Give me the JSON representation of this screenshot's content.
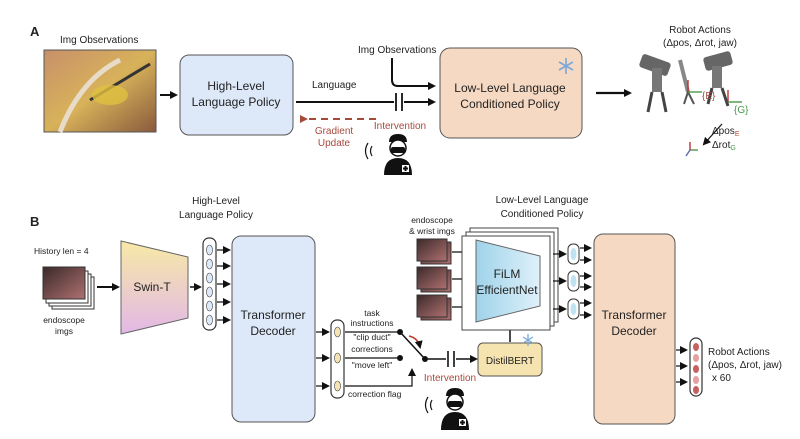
{
  "panelA": {
    "letter": "A",
    "img_obs_left": "Img Observations",
    "high_level_line1": "High-Level",
    "high_level_line2": "Language Policy",
    "language": "Language",
    "img_obs_top": "Img Observations",
    "low_level_line1": "Low-Level Language",
    "low_level_line2": "Conditioned  Policy",
    "gradient_line1": "Gradient",
    "gradient_line2": "Update",
    "intervention": "Intervention",
    "robot_actions_line1": "Robot Actions",
    "robot_actions_line2": "(Δpos, Δrot, jaw)",
    "frame_e": "{E}",
    "frame_g": "{G}",
    "dpos": "Δpos",
    "dpos_sub": "E",
    "drot": "Δrot",
    "drot_sub": "G"
  },
  "panelB": {
    "letter": "B",
    "high_level_line1": "High-Level",
    "high_level_line2": "Language Policy",
    "low_level_line1": "Low-Level Language",
    "low_level_line2": "Conditioned Policy",
    "history": "History len = 4",
    "endoscope_line1": "endoscope",
    "endoscope_line2": "imgs",
    "swin": "Swin-T",
    "transformer_line1": "Transformer",
    "transformer_line2": "Decoder",
    "task_line1": "task",
    "task_line2": "instructions",
    "task_example": "\"clip duct\"",
    "corrections": "corrections",
    "corrections_example": "\"move left\"",
    "correction_flag": "correction flag",
    "wrist_line1": "endoscope",
    "wrist_line2": "& wrist imgs",
    "film_line1": "FiLM",
    "film_line2": "EfficientNet",
    "distilbert": "DistilBERT",
    "intervention": "Intervention",
    "decoder_line1": "Transformer",
    "decoder_line2": "Decoder",
    "robot_actions_line1": "Robot Actions",
    "robot_actions_line2": "(Δpos, Δrot, jaw)",
    "robot_actions_line3": "x 60"
  },
  "colors": {
    "blue_box": "#dde8f8",
    "peach_box": "#f6d9c3",
    "red_text": "#a64a3c",
    "film_blue": "#bfe3f2",
    "swin_pink": "#e5c6e8",
    "distil_yellow": "#f5e3b0"
  }
}
